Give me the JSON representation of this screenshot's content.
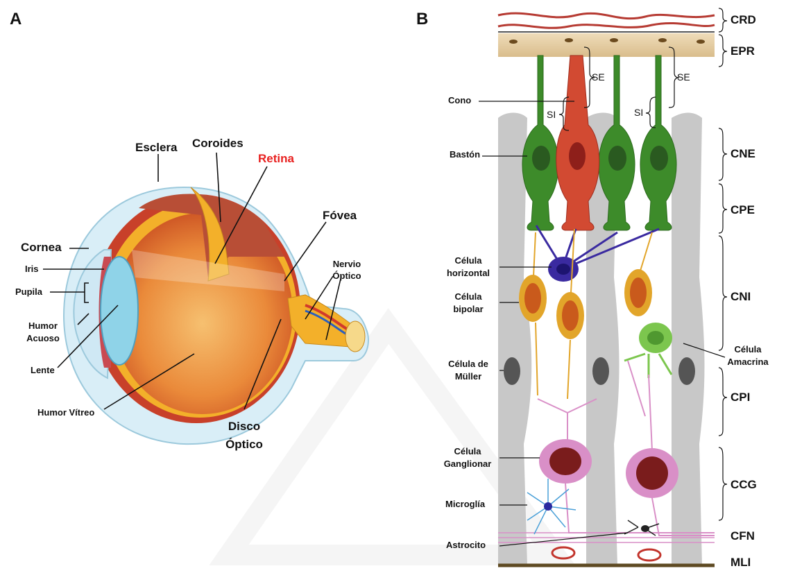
{
  "panels": {
    "a": "A",
    "b": "B"
  },
  "eye_labels": {
    "esclera": "Esclera",
    "coroides": "Coroides",
    "retina": "Retina",
    "fovea": "Fóvea",
    "cornea": "Cornea",
    "iris": "Iris",
    "pupila": "Pupila",
    "nervio_optico_1": "Nervio",
    "nervio_optico_2": "Óptico",
    "humor_acuoso_1": "Humor",
    "humor_acuoso_2": "Acuoso",
    "lente": "Lente",
    "humor_vitreo": "Humor Vítreo",
    "disco_optico_1": "Disco",
    "disco_optico_2": "Óptico"
  },
  "cell_labels": {
    "cono": "Cono",
    "baston": "Bastón",
    "horizontal_1": "Célula",
    "horizontal_2": "horizontal",
    "bipolar_1": "Célula",
    "bipolar_2": "bipolar",
    "muller_1": "Célula de",
    "muller_2": "Müller",
    "ganglionar_1": "Célula",
    "ganglionar_2": "Ganglionar",
    "microglia": "Microglía",
    "astrocito": "Astrocito",
    "amacrina_1": "Célula",
    "amacrina_2": "Amacrina",
    "se_left": "SE",
    "se_right": "SE",
    "si_left": "SI",
    "si_right": "SI"
  },
  "layers": [
    "CRD",
    "EPR",
    "CNE",
    "CPE",
    "CNI",
    "CPI",
    "CCG",
    "CFN",
    "MLI"
  ],
  "colors": {
    "rod": "#3d8b2a",
    "cone": "#d24a32",
    "horizontal": "#3a2aa0",
    "bipolar": "#e2a52a",
    "amacrine": "#7cc64e",
    "ganglion": "#d98fc7",
    "muller": "#c9c9c9",
    "retina_label": "#e8201f"
  }
}
